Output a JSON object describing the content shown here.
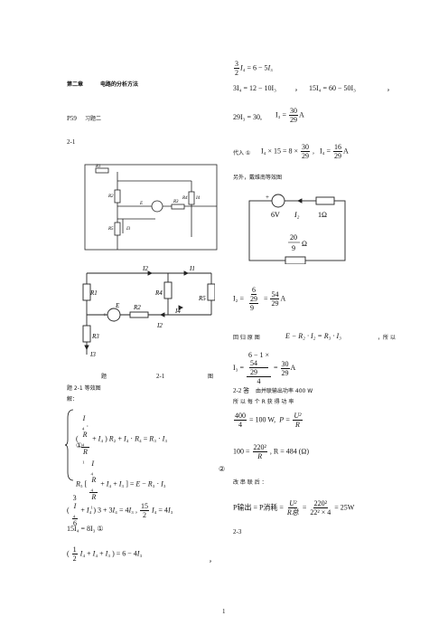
{
  "left": {
    "chapter": "第二章",
    "chapter_title": "电路的分析方法",
    "page_ref": "P59",
    "exercise": "习题二",
    "problem": "2-1",
    "fig1": {
      "labels": [
        "R1",
        "R2",
        "E",
        "R3",
        "R4",
        "I4",
        "R5",
        "I3"
      ]
    },
    "fig2": {
      "labels": [
        "R1",
        "I2",
        "I1",
        "R4",
        "R5",
        "E",
        "R2",
        "I4",
        "I2",
        "R3",
        "I3"
      ],
      "plus": "+"
    },
    "caption": [
      "题",
      "2-1",
      "图"
    ],
    "caption2": "题 2-1 等效图",
    "solution": "解：",
    "eq1": "R",
    "eq_mark1": "①",
    "eq_mark2": "②",
    "eq3_tail": "，",
    "eq4": "15I₄ = 8I₃ ①",
    "eq5_tail": "，"
  },
  "right": {
    "line1": "3/2 I₄ = 6 − 5I₃",
    "line2a": "3I₄ = 12 − 10I₃",
    "line2b": "15I₄ = 60 − 50I₃",
    "line3a": "29I₃ = 30,",
    "line3b": "I₃ =",
    "frac_30_29": [
      "30",
      "29"
    ],
    "unit_A": "A",
    "sub_text": "代入 ①",
    "line4": "I₄ × 15 = 8 ×",
    "line4b": "I₄ =",
    "frac_16_29": [
      "16",
      "29"
    ],
    "thevenin_text": "另外，戴维南等效图",
    "fig3": {
      "voltage": "6V",
      "current": "I₂",
      "r1": "1Ω",
      "r2_num": "20",
      "r2_den": "9",
      "r2_unit": "Ω",
      "plus": "+"
    },
    "i2_eq": "I₂ =",
    "frac_6": "6",
    "frac_29": "29",
    "frac_9": "9",
    "frac_54": "54",
    "back_text": "回 归 原 图",
    "back_eq": "E − R₂ · I₂ = R₃ · I₃",
    "back_tail": "，所 以",
    "i3_eq": "I₃ =",
    "i3_num": "6 − 1 ×",
    "i3_den": "4",
    "p22_label": "2-2 答",
    "p22_text": "由并联输出功率 400 W",
    "p22_text2": "所 以 每 个 R 获 得 功 率",
    "eq_400": "400",
    "eq_4": "4",
    "eq_100w": "= 100 W,",
    "eq_P": "P =",
    "eq_U2": "U²",
    "eq_R": "R",
    "eq_100": "100 =",
    "eq_220sq": "220²",
    "eq_R484": ", R = 484 (Ω)",
    "series_text": "改 串 联 后 ：",
    "p_out": "P输出 = P消耗 =",
    "p_frac1": [
      "U²",
      "R总"
    ],
    "p_frac2": [
      "220²",
      "22² × 4"
    ],
    "p_result": "= 25W",
    "p23_label": "2-3"
  },
  "footer": {
    "page_number": "1"
  }
}
